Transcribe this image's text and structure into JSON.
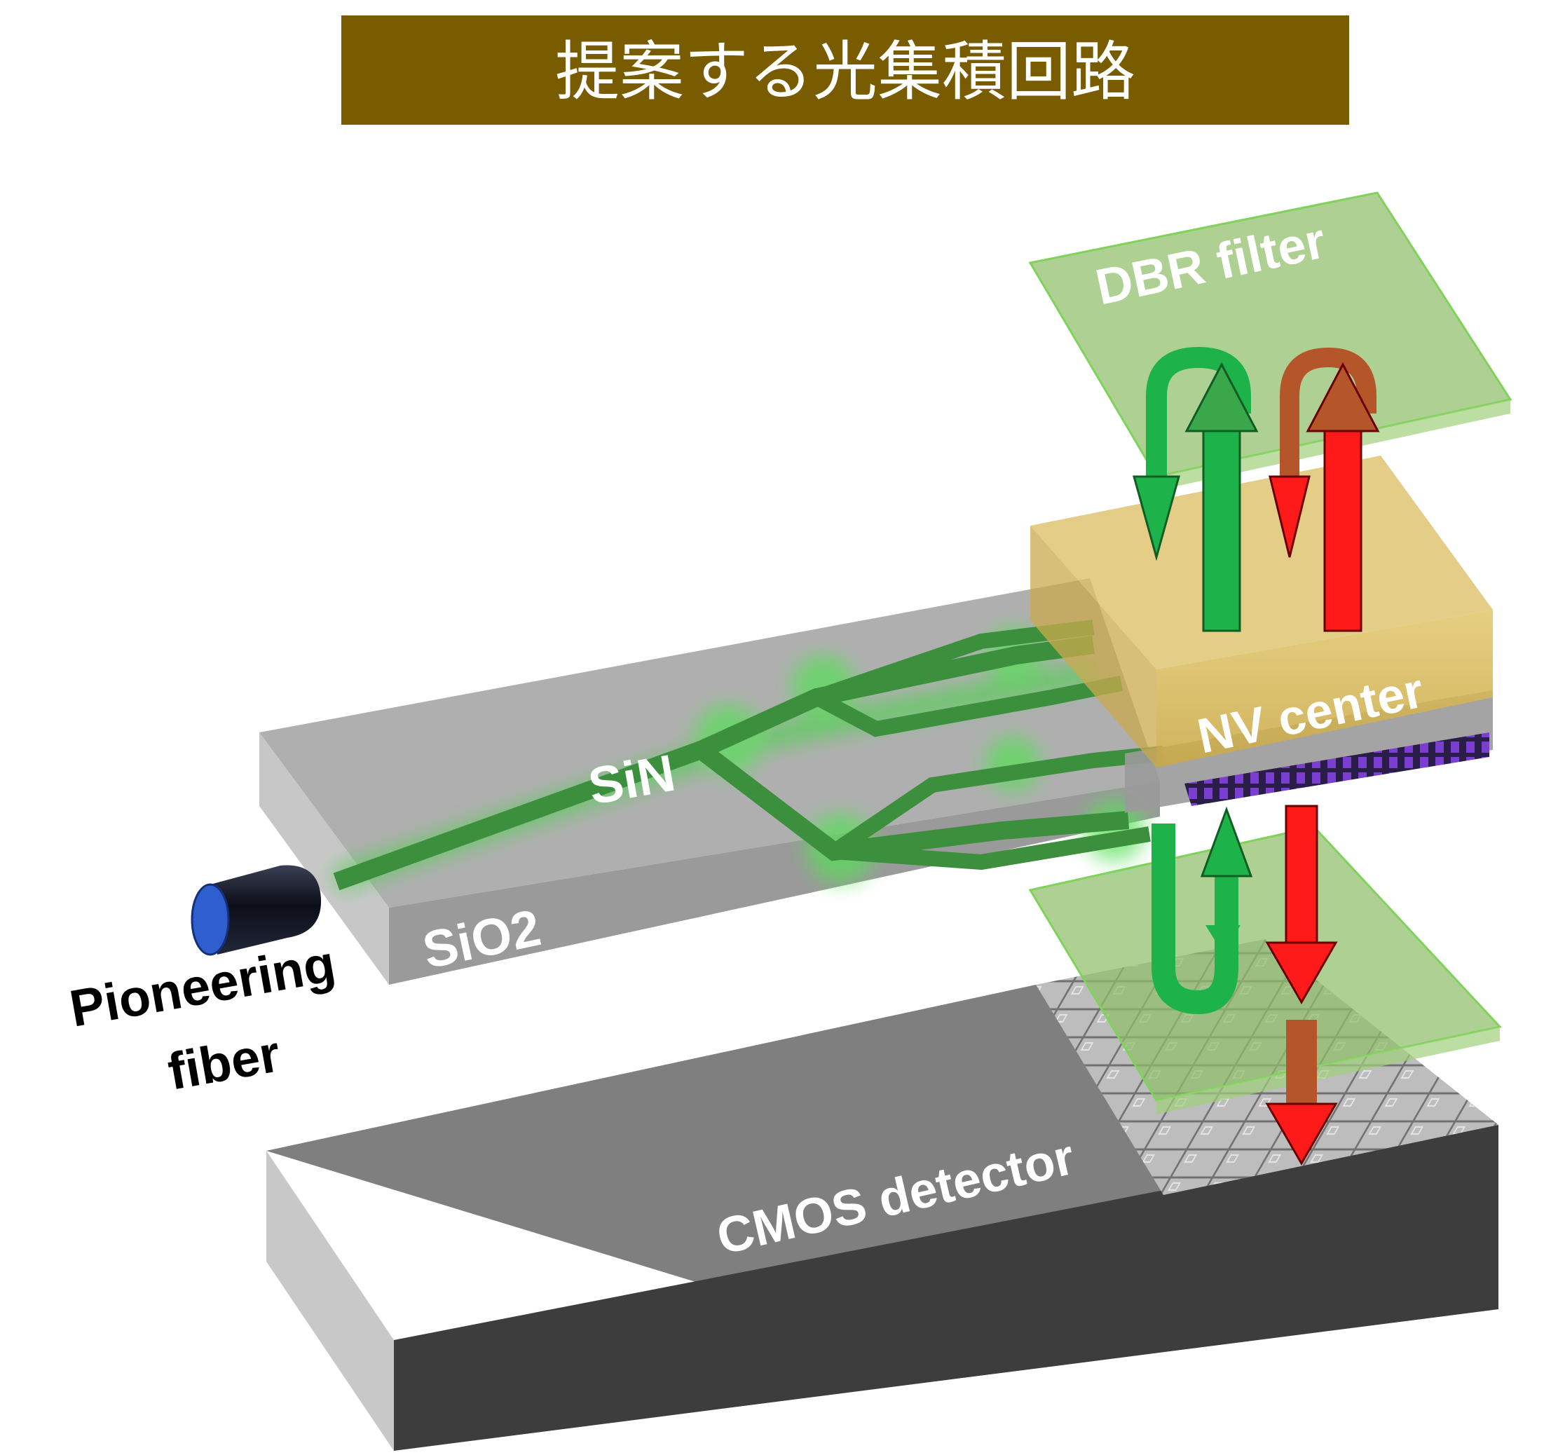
{
  "title": "提案する光集積回路",
  "labels": {
    "dbr_filter": "DBR filter",
    "nv_center": "NV center",
    "sin": "SiN",
    "sio2": "SiO2",
    "fiber_line1": "Pioneering",
    "fiber_line2": "fiber",
    "cmos": "CMOS detector"
  },
  "colors": {
    "title_bg": "#7a5c00",
    "filter_green": "#8fbf6a",
    "nv_yellow": "#d4b454",
    "waveguide_green": "#3fae3f",
    "arrow_green": "#1db34a",
    "arrow_red": "#ff1a1a",
    "arrow_brown": "#b5562a",
    "cmos_dark": "#3d3d3d",
    "sio2_gray": "#a6a6a6",
    "fiber_blue": "#2f5fcf",
    "grating_purple": "#6a2fb0"
  }
}
